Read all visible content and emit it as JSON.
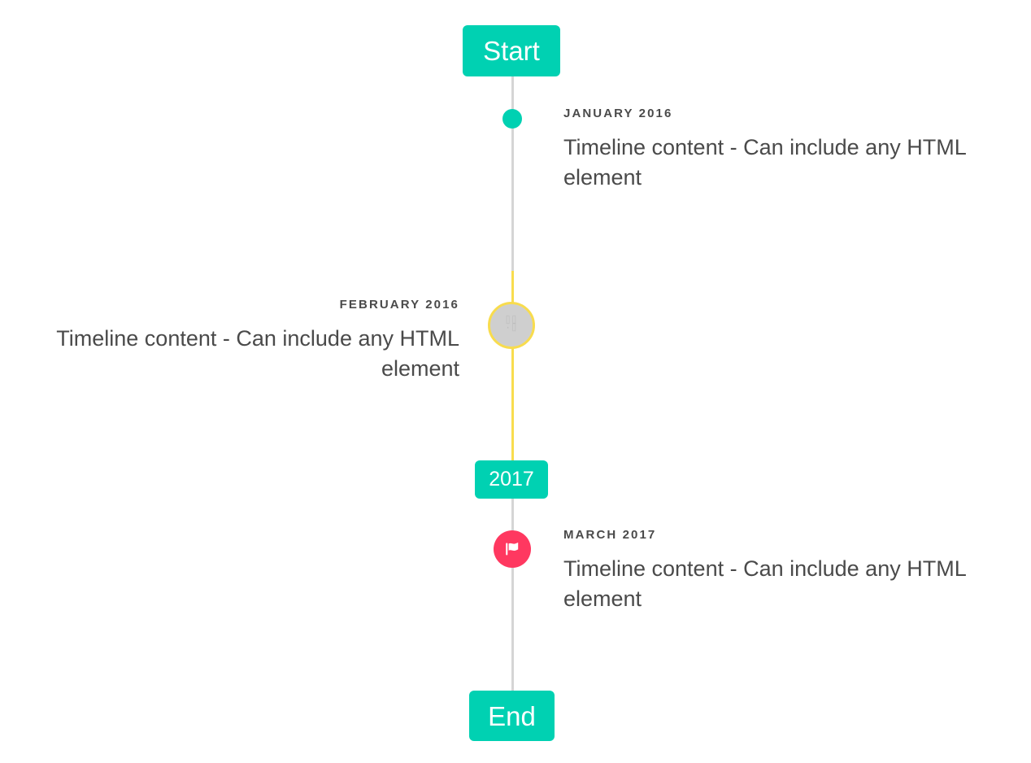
{
  "colors": {
    "accent_teal": "#00d1b2",
    "axis_gray": "#d5d5d5",
    "axis_yellow": "#f8dc4e",
    "marker_gray": "#cfcfcf",
    "marker_pink": "#ff3860",
    "text_gray": "#4a4a4a",
    "background": "#ffffff"
  },
  "timeline": {
    "start_badge": {
      "label": "Start"
    },
    "mid_badge": {
      "label": "2017"
    },
    "end_badge": {
      "label": "End"
    },
    "entries": [
      {
        "date": "January 2016",
        "body": "Timeline content - Can include any HTML element",
        "side": "right",
        "marker": "dot-icon"
      },
      {
        "date": "February 2016",
        "body": "Timeline content - Can include any HTML element",
        "side": "left",
        "marker": "missing-glyph-icon",
        "marker_glyph": "⌷⌷\n·⌷"
      },
      {
        "date": "March 2017",
        "body": "Timeline content - Can include any HTML element",
        "side": "right",
        "marker": "flag-icon"
      }
    ]
  }
}
